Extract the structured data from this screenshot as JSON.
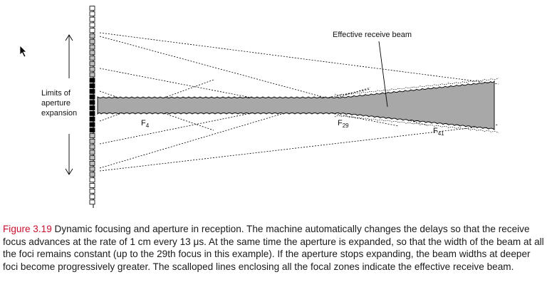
{
  "labels": {
    "limits": "Limits of aperture expansion",
    "effective_beam": "Effective receive beam"
  },
  "foci": [
    {
      "letter": "F",
      "sub": "4"
    },
    {
      "letter": "F",
      "sub": "29"
    },
    {
      "letter": "F",
      "sub": "41"
    }
  ],
  "caption": {
    "figure_label": "Figure 3.19",
    "text": "Dynamic focusing and aperture in reception. The machine automatically changes the delays so that the receive focus advances at the rate of 1 cm every 13 μs. At the same time the aperture is expanded, so that the width of the beam at all the foci remains constant (up to the 29th focus in this example). If the aperture stops expanding, the beam widths at deeper foci become progressively greater. The scalloped lines enclosing all the focal zones indicate the effective receive beam."
  },
  "colors": {
    "beam_fill": "#a8a8a8",
    "caption_label": "#c8102e"
  },
  "icons": [
    "mouse-cursor-icon",
    "arrow-up-icon",
    "arrow-down-icon"
  ]
}
